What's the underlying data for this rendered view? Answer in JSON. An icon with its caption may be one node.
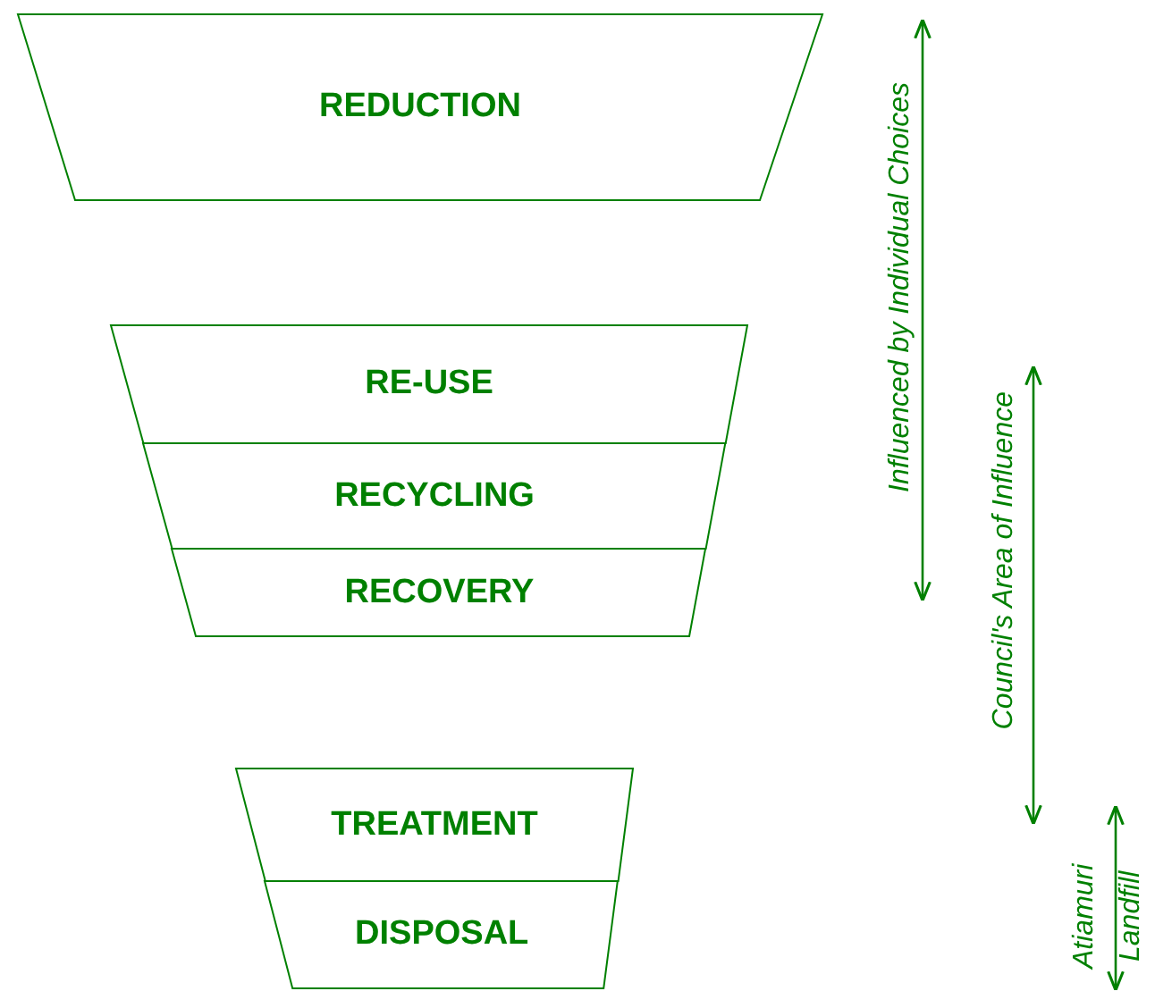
{
  "diagram": {
    "nodes": [
      {
        "text": [
          "REDUCTION"
        ]
      },
      {
        "text": [
          "RE-USE"
        ]
      },
      {
        "text": [
          "RECYCLING"
        ]
      },
      {
        "text": [
          "RECOVERY"
        ]
      },
      {
        "text": [
          "TREATMENT"
        ]
      },
      {
        "text": [
          "DISPOSAL"
        ]
      }
    ],
    "labels": [
      "Influenced by Individual Choices",
      "Council's Area of Influence",
      "Atiamuri Landfill"
    ]
  }
}
